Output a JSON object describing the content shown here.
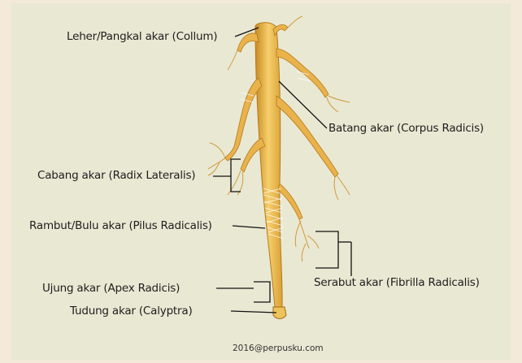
{
  "labels": {
    "collum": "Leher/Pangkal akar (Collum)",
    "corpus": "Batang akar (Corpus Radicis)",
    "lateralis": "Cabang akar (Radix Lateralis)",
    "pilus": "Rambut/Bulu akar (Pilus Radicalis)",
    "fibrilla": "Serabut akar (Fibrilla Radicalis)",
    "apex": "Ujung akar (Apex Radicis)",
    "calyptra": "Tudung akar (Calyptra)"
  },
  "credit": "2016@perpusku.com",
  "colors": {
    "background": "#e9e8d3",
    "root_fill": "#f0bf55",
    "root_shade": "#c98d24",
    "line": "#111111"
  }
}
